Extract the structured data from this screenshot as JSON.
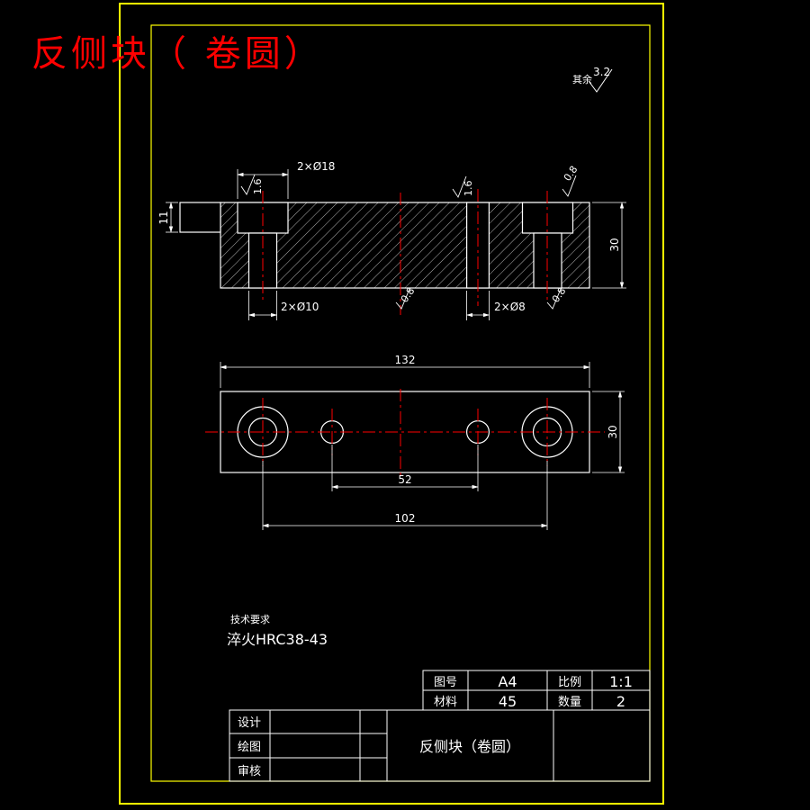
{
  "colors": {
    "background": "#000000",
    "frame": "#ffff00",
    "lines": "#ffffff",
    "centerline": "#ff0000",
    "title": "#ff0000"
  },
  "title": "反侧块（ 卷圆）",
  "general_roughness": {
    "label": "其余",
    "value": "3.2"
  },
  "section_view": {
    "dim_counterbore": "2×Ø18",
    "dim_lip_height": "11",
    "dim_height": "30",
    "dim_through_left": "2×Ø10",
    "dim_small_hole": "2×Ø8",
    "roughness_left": "1.6",
    "roughness_mid": "1.6",
    "roughness_top_right": "0.8",
    "roughness_bottom_mid": "0.8",
    "roughness_bottom_right": "0.8"
  },
  "plan_view": {
    "dim_width": "132",
    "dim_height": "30",
    "dim_small_holes": "52",
    "dim_large_holes": "102"
  },
  "tech_requirements": {
    "header": "技术要求",
    "line1": "淬火HRC38-43"
  },
  "title_block": {
    "drawing_no_label": "图号",
    "drawing_no": "A4",
    "scale_label": "比例",
    "scale": "1:1",
    "material_label": "材料",
    "material": "45",
    "quantity_label": "数量",
    "quantity": "2",
    "row_design": "设计",
    "row_draw": "绘图",
    "row_check": "审核",
    "part_title": "反侧块（卷圆）"
  }
}
